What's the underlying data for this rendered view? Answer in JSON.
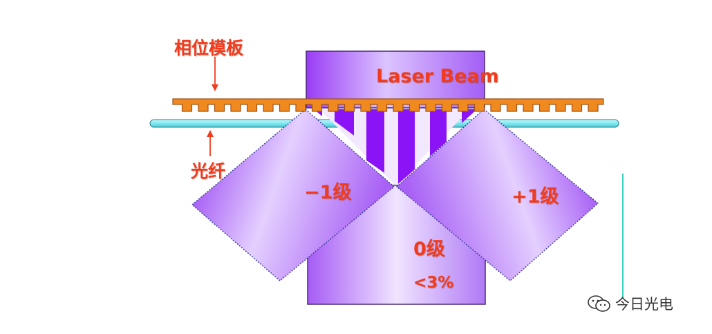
{
  "labels": {
    "phase_mask": "相位模板",
    "fiber": "光纤",
    "laser_beam": "Laser Beam",
    "order_minus1": "−1级",
    "order_plus1": "+1级",
    "order_zero": "0级",
    "zero_percent": "<3%"
  },
  "watermark": {
    "text": "今日光电",
    "icon": "wechat-icon"
  },
  "colors": {
    "label": "#f03c1e",
    "mask": "#f08a1e",
    "fiber": "#7ee8f0",
    "beam_light": "#e6d2ff",
    "beam_dark": "#9a3df5",
    "fringe": "#8a14f5",
    "vertical_line": "#3ad0c0"
  }
}
